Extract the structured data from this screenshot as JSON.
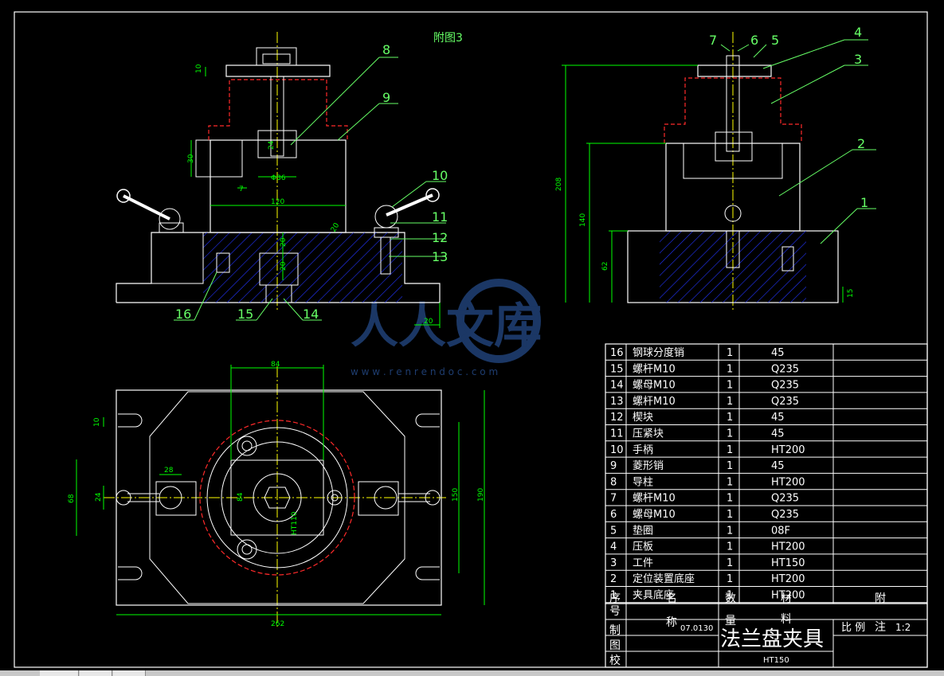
{
  "drawing": {
    "caption": "附图3",
    "title": "法兰盘夹具",
    "material": "HT150",
    "drawing_no": "07.0130",
    "scale_label": "比 例",
    "scale_value": "1:2",
    "watermark_url": "w w w . r e n r e n d o c . c o m"
  },
  "title_block": {
    "labels": [
      "序",
      "名",
      "数",
      "材",
      "附"
    ],
    "labels2": [
      "号",
      "称",
      "量",
      "料",
      "注"
    ],
    "side_labels": [
      "制",
      "图",
      "校"
    ]
  },
  "bom": [
    {
      "no": "16",
      "name": "钢球分度销",
      "qty": "1",
      "mat": "45"
    },
    {
      "no": "15",
      "name": "螺杆M10",
      "qty": "1",
      "mat": "Q235"
    },
    {
      "no": "14",
      "name": "螺母M10",
      "qty": "1",
      "mat": "Q235"
    },
    {
      "no": "13",
      "name": "螺杆M10",
      "qty": "1",
      "mat": "Q235"
    },
    {
      "no": "12",
      "name": "楔块",
      "qty": "1",
      "mat": "45"
    },
    {
      "no": "11",
      "name": "压紧块",
      "qty": "1",
      "mat": "45"
    },
    {
      "no": "10",
      "name": "手柄",
      "qty": "1",
      "mat": "HT200"
    },
    {
      "no": "9",
      "name": "菱形销",
      "qty": "1",
      "mat": "45"
    },
    {
      "no": "8",
      "name": "导柱",
      "qty": "1",
      "mat": "HT200"
    },
    {
      "no": "7",
      "name": "螺杆M10",
      "qty": "1",
      "mat": "Q235"
    },
    {
      "no": "6",
      "name": "螺母M10",
      "qty": "1",
      "mat": "Q235"
    },
    {
      "no": "5",
      "name": "垫圈",
      "qty": "1",
      "mat": "08F"
    },
    {
      "no": "4",
      "name": "压板",
      "qty": "1",
      "mat": "HT200"
    },
    {
      "no": "3",
      "name": "工件",
      "qty": "1",
      "mat": "HT150"
    },
    {
      "no": "2",
      "name": "定位装置底座",
      "qty": "1",
      "mat": "HT200"
    },
    {
      "no": "1",
      "name": "夹具底座",
      "qty": "1",
      "mat": "HT200"
    }
  ],
  "callouts": {
    "front": [
      "8",
      "9",
      "10",
      "11",
      "12",
      "13",
      "14",
      "15",
      "16"
    ],
    "side": [
      "7",
      "6",
      "5",
      "4",
      "3",
      "2",
      "1"
    ]
  },
  "dims": {
    "front": [
      "10",
      "30",
      "7",
      "24",
      "Φ36",
      "120",
      "20",
      "20",
      "20",
      "20"
    ],
    "side": [
      "208",
      "140",
      "62",
      "15"
    ],
    "top": [
      "84",
      "10",
      "28",
      "68",
      "24",
      "84",
      "150",
      "190",
      "262",
      "HT110"
    ]
  },
  "colors": {
    "outline": "#ffffff",
    "dimension": "#00ff00",
    "hidden": "#ff2a2a",
    "hatch": "#2233ff",
    "center": "#ffff00",
    "leader": "#66ff66",
    "watermark": "#1e3d70"
  }
}
